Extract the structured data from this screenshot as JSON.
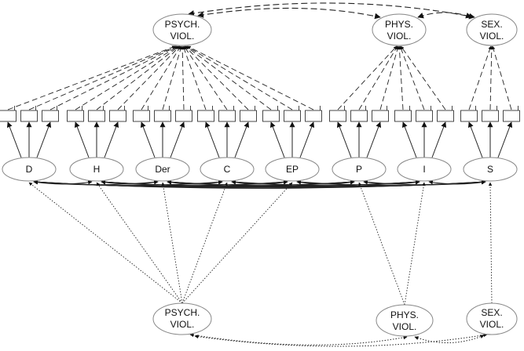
{
  "top_latents": [
    {
      "id": "psych_top",
      "line1": "PSYCH.",
      "line2": "VIOL."
    },
    {
      "id": "phys_top",
      "line1": "PHYS.",
      "line2": "VIOL."
    },
    {
      "id": "sex_top",
      "line1": "SEX.",
      "line2": "VIOL."
    }
  ],
  "middle_factors": [
    {
      "id": "D",
      "label": "D"
    },
    {
      "id": "H",
      "label": "H"
    },
    {
      "id": "Der",
      "label": "Der"
    },
    {
      "id": "C",
      "label": "C"
    },
    {
      "id": "EP",
      "label": "EP"
    },
    {
      "id": "P",
      "label": "P"
    },
    {
      "id": "I",
      "label": "I"
    },
    {
      "id": "S",
      "label": "S"
    }
  ],
  "bottom_latents": [
    {
      "id": "psych_bot",
      "line1": "PSYCH.",
      "line2": "VIOL."
    },
    {
      "id": "phys_bot",
      "line1": "PHYS.",
      "line2": "VIOL."
    },
    {
      "id": "sex_bot",
      "line1": "SEX.",
      "line2": "VIOL."
    }
  ],
  "indicators_per_factor": 3,
  "top_loadings": {
    "psych_top": [
      "D",
      "H",
      "Der",
      "C",
      "EP"
    ],
    "phys_top": [
      "P",
      "I"
    ],
    "sex_top": [
      "S"
    ]
  },
  "bottom_loadings": {
    "psych_bot": [
      "D",
      "H",
      "Der",
      "C",
      "EP"
    ],
    "phys_bot": [
      "P",
      "I"
    ],
    "sex_bot": [
      "S"
    ]
  },
  "colors": {
    "stroke": "#222222",
    "node_fill": "#ffffff",
    "ellipse_stroke": "#888888"
  }
}
